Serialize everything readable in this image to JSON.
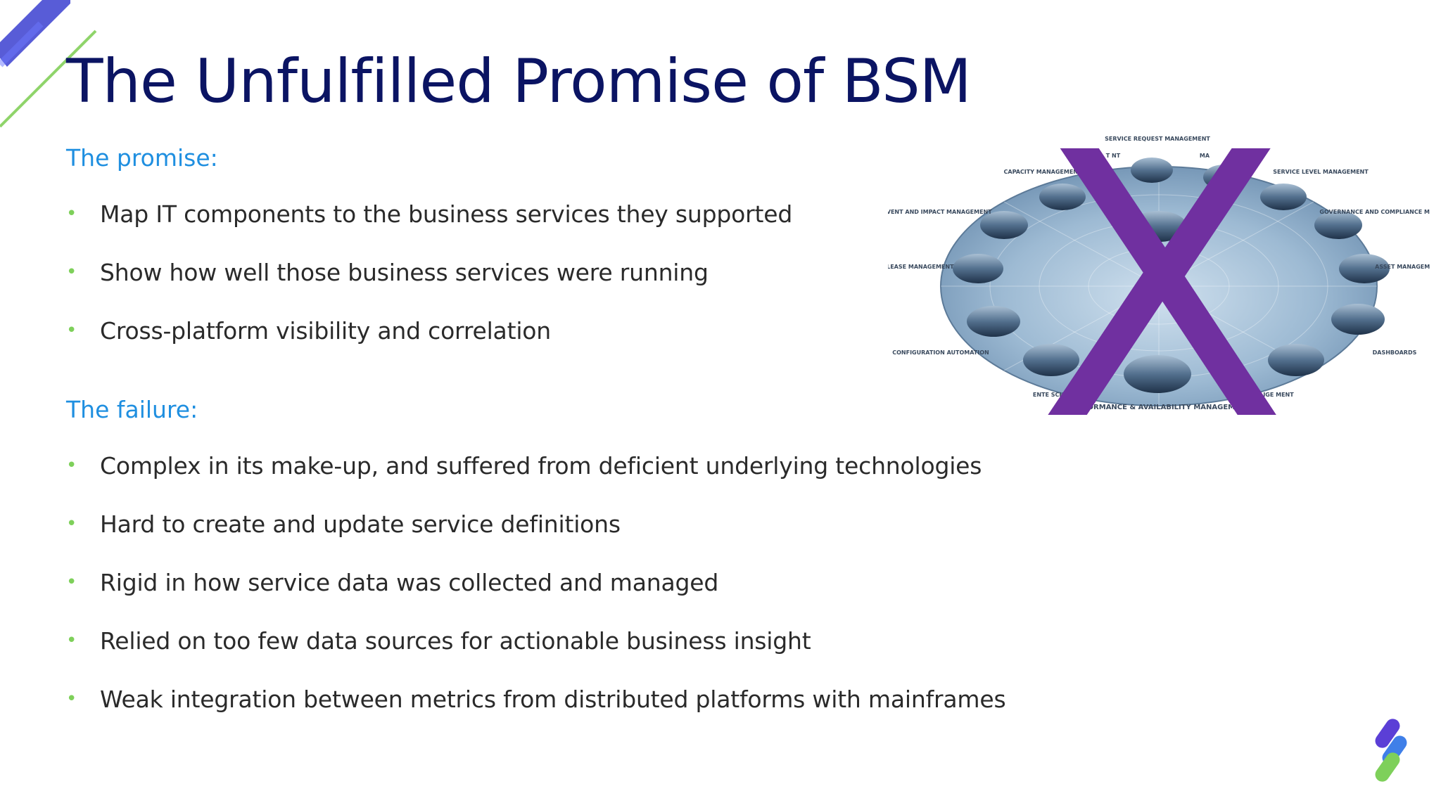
{
  "slide": {
    "title": "The Unfulfilled Promise of BSM",
    "promise_heading": "The promise:",
    "promise_items": [
      "Map IT components to the business services they supported",
      "Show how well those business services were running",
      "Cross-platform visibility and correlation"
    ],
    "failure_heading": "The failure:",
    "failure_items": [
      "Complex in its make-up, and suffered from deficient underlying technologies",
      "Hard to create and update service definitions",
      "Rigid in how service data was collected and managed",
      "Relied on too few data sources for actionable business insight",
      "Weak integration between metrics from distributed platforms with mainframes"
    ],
    "bullet_glyph": "•"
  },
  "diagram": {
    "labels": {
      "service_request": "SERVICE REQUEST MANAGEMENT",
      "capacity": "CAPACITY MANAGEMENT",
      "service_level": "SERVICE LEVEL MANAGEMENT",
      "event_impact": "EVENT AND IMPACT MANAGEMENT",
      "governance": "GOVERNANCE AND COMPLIANCE MANAGEMENT",
      "release": "RELEASE MANAGEMENT",
      "asset": "ASSET MANAGEMENT",
      "configuration": "CONFIGURATION AUTOMATION",
      "dashboards": "DASHBOARDS",
      "performance": "PERFORMANCE & AVAILABILITY MANAGEMENT",
      "enterprise_fragment": "ENTE SCH",
      "change_fragment": "IGE MENT",
      "top_left_fragment": "T NT",
      "top_right_fragment": "MA"
    },
    "cross_mark": "X"
  },
  "colors": {
    "title": "#0b1463",
    "heading": "#1f8fe0",
    "bullet": "#7ed05a",
    "body_text": "#2a2a2a",
    "cross": "#7030a0",
    "logo_purple": "#5b3fd6",
    "logo_blue": "#3f7fe8",
    "logo_green": "#7ed05a"
  }
}
